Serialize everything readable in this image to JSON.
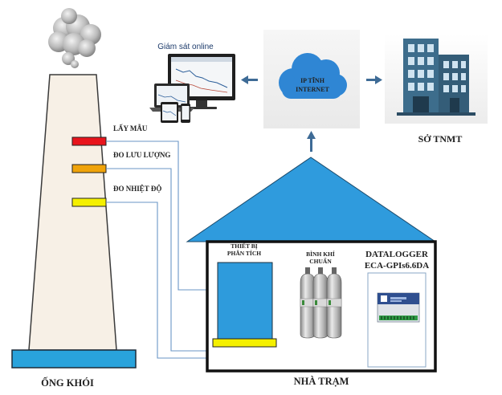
{
  "stack": {
    "label": "ỐNG KHÓI",
    "sensors": [
      {
        "label": "LẤY MẪU",
        "color": "#e8141c"
      },
      {
        "label": "ĐO LƯU LƯỢNG",
        "color": "#f0a30a"
      },
      {
        "label": "ĐO NHIỆT ĐỘ",
        "color": "#f5f000"
      }
    ]
  },
  "station": {
    "label": "NHÀ TRẠM",
    "analyzer_label": [
      "THIẾT BỊ",
      "PHÂN TÍCH"
    ],
    "gas_label": [
      "BÌNH KHÍ",
      "CHUẨN"
    ],
    "datalogger_label": [
      "DATALOGGER",
      "ECA-GPIs6.6DA"
    ]
  },
  "monitor": {
    "label": "Giám sát online"
  },
  "cloud": {
    "label": [
      "IP TĨNH",
      "INTERNET"
    ]
  },
  "agency": {
    "label": "SỞ TNMT"
  },
  "colors": {
    "roof": "#2f9bdd",
    "analyzer_fill": "#2e9bdc",
    "stack_fill": "#f7f0e6",
    "stack_base": "#29a3dc",
    "arrow": "#3e6b96",
    "line": "#6a96c6",
    "building": "#3d6d8c"
  },
  "icons": [
    "smoke-icon",
    "monitor-devices-icon",
    "cloud-icon",
    "office-building-icon",
    "gas-cylinder-icon",
    "datalogger-device-icon"
  ]
}
